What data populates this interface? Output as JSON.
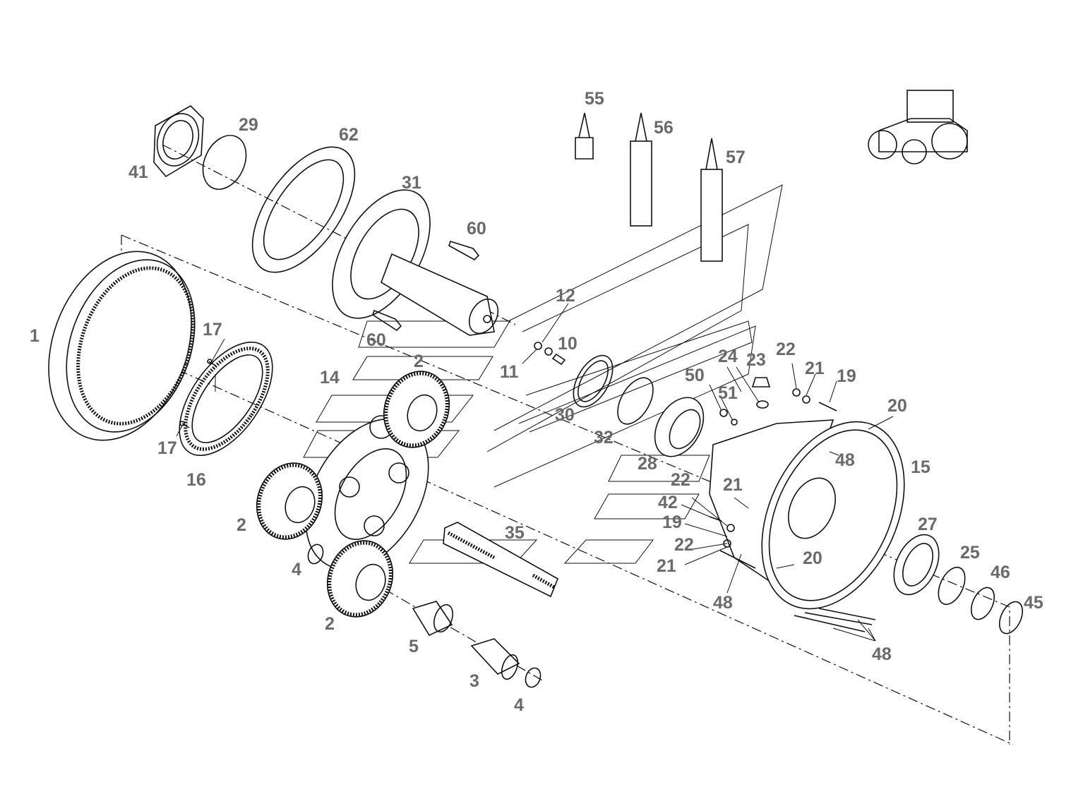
{
  "callouts": [
    {
      "id": "c1",
      "text": "1"
    },
    {
      "id": "c2a",
      "text": "2"
    },
    {
      "id": "c2b",
      "text": "2"
    },
    {
      "id": "c2c",
      "text": "2"
    },
    {
      "id": "c3",
      "text": "3"
    },
    {
      "id": "c4a",
      "text": "4"
    },
    {
      "id": "c4b",
      "text": "4"
    },
    {
      "id": "c5",
      "text": "5"
    },
    {
      "id": "c10",
      "text": "10"
    },
    {
      "id": "c11",
      "text": "11"
    },
    {
      "id": "c12",
      "text": "12"
    },
    {
      "id": "c14",
      "text": "14"
    },
    {
      "id": "c15",
      "text": "15"
    },
    {
      "id": "c16",
      "text": "16"
    },
    {
      "id": "c17a",
      "text": "17"
    },
    {
      "id": "c17b",
      "text": "17"
    },
    {
      "id": "c19a",
      "text": "19"
    },
    {
      "id": "c19b",
      "text": "19"
    },
    {
      "id": "c20a",
      "text": "20"
    },
    {
      "id": "c20b",
      "text": "20"
    },
    {
      "id": "c21a",
      "text": "21"
    },
    {
      "id": "c21b",
      "text": "21"
    },
    {
      "id": "c21c",
      "text": "21"
    },
    {
      "id": "c22a",
      "text": "22"
    },
    {
      "id": "c22b",
      "text": "22"
    },
    {
      "id": "c22c",
      "text": "22"
    },
    {
      "id": "c23",
      "text": "23"
    },
    {
      "id": "c24",
      "text": "24"
    },
    {
      "id": "c25",
      "text": "25"
    },
    {
      "id": "c27",
      "text": "27"
    },
    {
      "id": "c28",
      "text": "28"
    },
    {
      "id": "c29",
      "text": "29"
    },
    {
      "id": "c30",
      "text": "30"
    },
    {
      "id": "c31",
      "text": "31"
    },
    {
      "id": "c32",
      "text": "32"
    },
    {
      "id": "c35",
      "text": "35"
    },
    {
      "id": "c41",
      "text": "41"
    },
    {
      "id": "c42",
      "text": "42"
    },
    {
      "id": "c45",
      "text": "45"
    },
    {
      "id": "c46",
      "text": "46"
    },
    {
      "id": "c48a",
      "text": "48"
    },
    {
      "id": "c48b",
      "text": "48"
    },
    {
      "id": "c48c",
      "text": "48"
    },
    {
      "id": "c50",
      "text": "50"
    },
    {
      "id": "c51",
      "text": "51"
    },
    {
      "id": "c55",
      "text": "55"
    },
    {
      "id": "c56",
      "text": "56"
    },
    {
      "id": "c57",
      "text": "57"
    },
    {
      "id": "c60a",
      "text": "60"
    },
    {
      "id": "c60b",
      "text": "60"
    },
    {
      "id": "c62",
      "text": "62"
    }
  ]
}
